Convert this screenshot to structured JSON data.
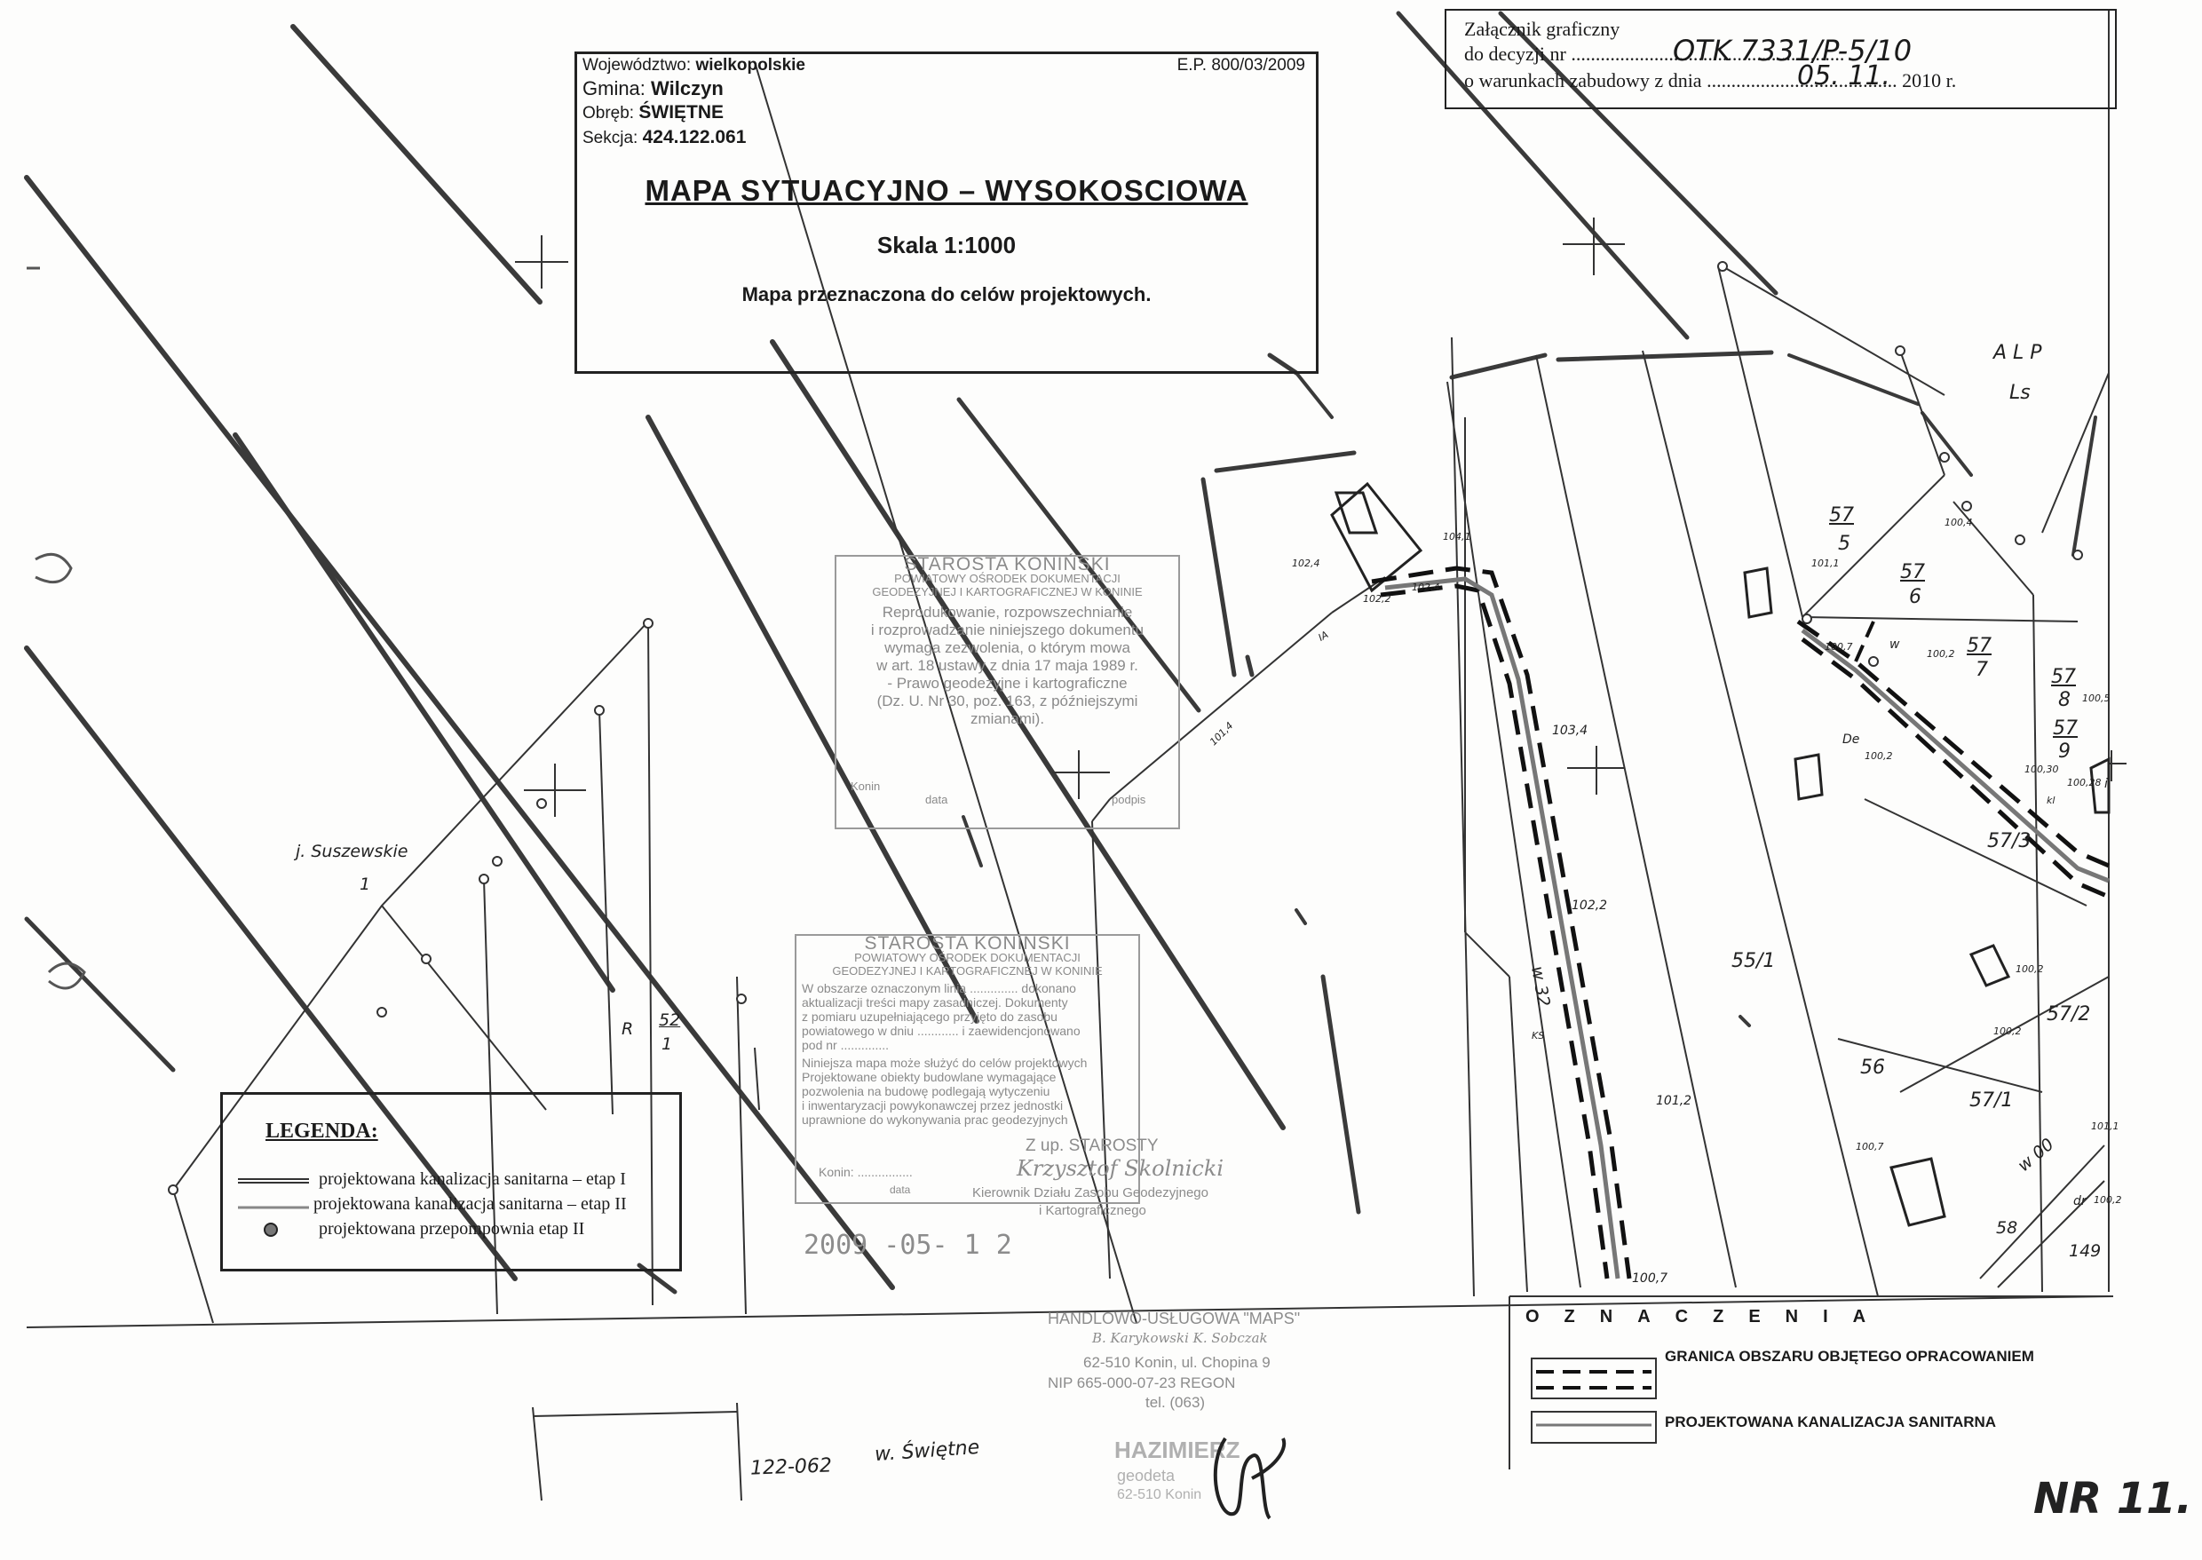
{
  "header": {
    "wojewodztwo_label": "Województwo:",
    "wojewodztwo_value": "wielkopolskie",
    "gmina_label": "Gmina:",
    "gmina_value": "Wilczyn",
    "obreb_label": "Obręb:",
    "obreb_value": "ŚWIĘTNE",
    "sekcja_label": "Sekcja:",
    "sekcja_value": "424.122.061",
    "ep_number": "E.P. 800/03/2009",
    "title": "MAPA SYTUACYJNO – WYSOKOSCIOWA",
    "scale": "Skala 1:1000",
    "purpose": "Mapa przeznaczona do celów projektowych."
  },
  "attachment": {
    "line1": "Załącznik graficzny",
    "line2_prefix": "do decyzji nr",
    "line2_dots": "........................................................",
    "decision_number": "OTK 7331/P-5/10",
    "line3_prefix": "o warunkach zabudowy z dnia",
    "line3_dots": ".......................................",
    "decision_date": "05. 11.",
    "line3_suffix": "2010 r."
  },
  "stamp1": {
    "title": "STAROSTA KONIŃSKI",
    "sub1": "POWIATOWY OŚRODEK DOKUMENTACJI",
    "sub2": "GEODEZYJNEJ I KARTOGRAFICZNEJ W KONINIE",
    "body": [
      "Reprodukowanie, rozpowszechnianie",
      "i rozprowadzanie niniejszego dokumentu",
      "wymaga zezwolenia, o którym mowa",
      "w art. 18 ustawy z dnia 17 maja 1989 r.",
      "- Prawo geodezyjne i kartograficzne",
      "(Dz. U. Nr 30, poz. 163, z późniejszymi",
      "zmianami)."
    ],
    "footer_left": "Konin",
    "footer_mid": "data",
    "footer_right": "podpis"
  },
  "stamp2": {
    "title": "STAROSTA KONINSKI",
    "sub1": "POWIATOWY OŚRODEK DOKUMENTACJI",
    "sub2": "GEODEZYJNEJ I KARTOGRAFICZNEJ W KONINIE",
    "body": [
      "W obszarze oznaczonym linią .............. dokonano",
      "aktualizacji treści mapy zasadniczej. Dokumenty",
      "z pomiaru uzupełniającego przyjęto do zasobu",
      "powiatowego w dniu ............ i zaewidencjonowano",
      "pod nr ..............",
      "Niniejsza mapa może służyć do celów projektowych",
      "Projektowane obiekty budowlane wymagające",
      "pozwolenia na budowę podlegają wytyczeniu",
      "i inwentaryzacji powykonawczej przez jednostki",
      "uprawnione do wykonywania prac geodezyjnych"
    ],
    "konin": "Konin: ................",
    "data": "data",
    "starosty": "Z up. STAROSTY",
    "signature": "Krzysztof Skolnicki",
    "role1": "Kierownik Działu Zasobu Geodezyjnego",
    "role2": "i Kartograficznego",
    "date_stamp": "2009 -05- 1 2"
  },
  "stamp3": {
    "line1": "HANDLOWO-USŁUGOWA \"MAPS\"",
    "line2": "B. Karykowski K. Sobczak",
    "line3": "62-510 Konin, ul. Chopina 9",
    "line4": "NIP 665-000-07-23 REGON",
    "line5": "tel. (063)"
  },
  "stamp4": {
    "line1": "HAZIMIERZ",
    "line2": "geodeta",
    "line3": "62-510 Konin"
  },
  "legend": {
    "title": "LEGENDA:",
    "items": [
      {
        "label": "projektowana kanalizacja sanitarna – etap I"
      },
      {
        "label": "projektowana kanalizacja sanitarna – etap II"
      },
      {
        "label": "projektowana przepompownia etap II"
      }
    ]
  },
  "oznaczenia": {
    "title": "OZNACZENIA",
    "items": [
      {
        "label": "GRANICA OBSZARU OBJĘTEGO OPRACOWANIEM"
      },
      {
        "label": "PROJEKTOWANA KANALIZACJA SANITARNA"
      }
    ]
  },
  "map_labels": {
    "lake_name": "j. Suszewskie",
    "lake_number": "1",
    "parcel_r": "R",
    "parcel_52": "52",
    "parcel_52_sub": "1",
    "alp": "A L P",
    "ls": "Ls",
    "p57_5_num": "57",
    "p57_5_den": "5",
    "p57_6_num": "57",
    "p57_6_den": "6",
    "p57_7_num": "57",
    "p57_7_den": "7",
    "p57_8_num": "57",
    "p57_8_den": "8",
    "p57_9_num": "57",
    "p57_9_den": "9",
    "p57_3": "57/3",
    "p57_2": "57/2",
    "p57_1": "57/1",
    "p55_1": "55/1",
    "p56": "56",
    "p58": "58",
    "p149": "149",
    "road_32": "w 32",
    "road_00": "w 00",
    "road_swietne": "w. Świętne",
    "sheet_122_062": "122-062",
    "sheet_nr": "NR 11.",
    "h1024": "102,4",
    "h1041": "104,1",
    "h1022": "102,2",
    "h1024b": "102,4",
    "h1034": "103,4",
    "h1014": "101,4",
    "h1022b": "102,2",
    "h1012": "101,2",
    "h1007": "100,7",
    "h1002a": "100,2",
    "h1002b": "100,2",
    "h1002c": "100,2",
    "h1004": "100,4",
    "h1011": "101,1",
    "h1005": "100,5",
    "h1030": "100,30",
    "h1028": "100,28",
    "h1007b": "100,7",
    "h1002d": "100,2",
    "h1002e": "100,2",
    "h1011b": "101,1",
    "h1007c": "100,7",
    "w1": "w",
    "de": "De",
    "dr": "dr",
    "i1": "i",
    "kl": "kl",
    "ia": "IA",
    "ks": "KS"
  }
}
